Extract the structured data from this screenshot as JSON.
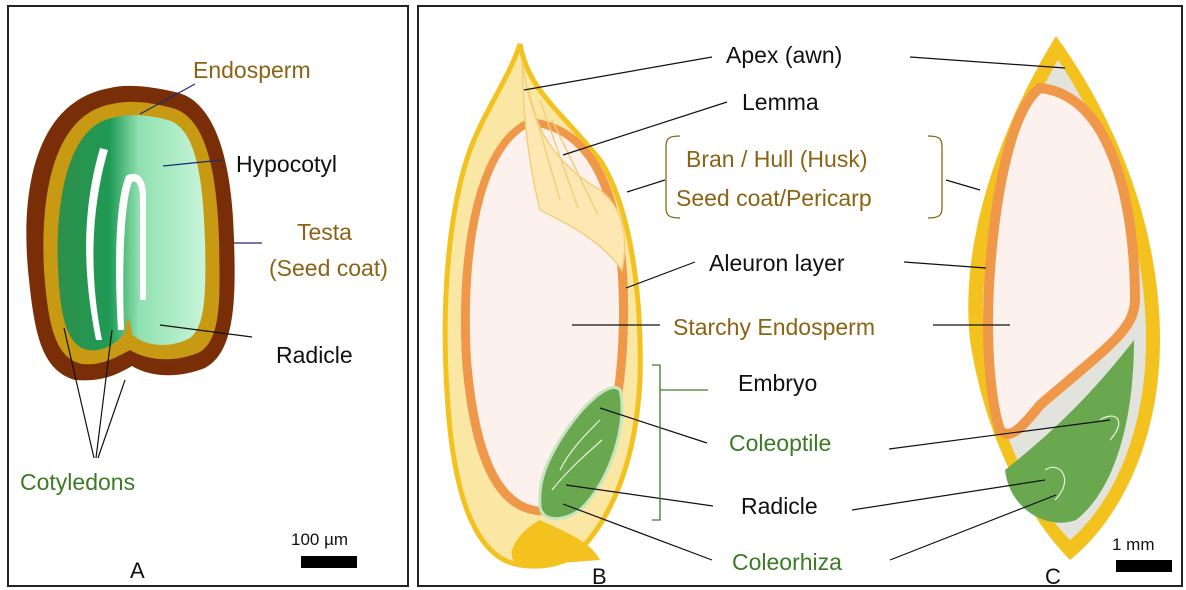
{
  "colors": {
    "brown_text": "#8a6414",
    "green_text": "#3d7a26",
    "black_text": "#111111",
    "hull": "#f4c21f",
    "aleurone": "#f0984a",
    "endosperm_fill": "#fcf1ec",
    "embryo": "#6aa84f",
    "seed_coat_dark": "#7a2e08",
    "seed_coat_gold": "#c89a14"
  },
  "panel_a": {
    "letter": "A",
    "labels": {
      "endosperm": "Endosperm",
      "hypocotyl": "Hypocotyl",
      "testa_1": "Testa",
      "testa_2": "(Seed coat)",
      "radicle": "Radicle",
      "cotyledons": "Cotyledons"
    },
    "scale_bar": "100 µm"
  },
  "panel_b": {
    "letter": "B"
  },
  "panel_c": {
    "letter": "C",
    "scale_bar": "1 mm"
  },
  "center_labels": {
    "apex": "Apex (awn)",
    "lemma": "Lemma",
    "bran_1": "Bran / Hull (Husk)",
    "bran_2": "Seed coat/Pericarp",
    "aleuron": "Aleuron layer",
    "starchy": "Starchy Endosperm",
    "embryo": "Embryo",
    "coleoptile": "Coleoptile",
    "radicle": "Radicle",
    "coleorhiza": "Coleorhiza"
  }
}
